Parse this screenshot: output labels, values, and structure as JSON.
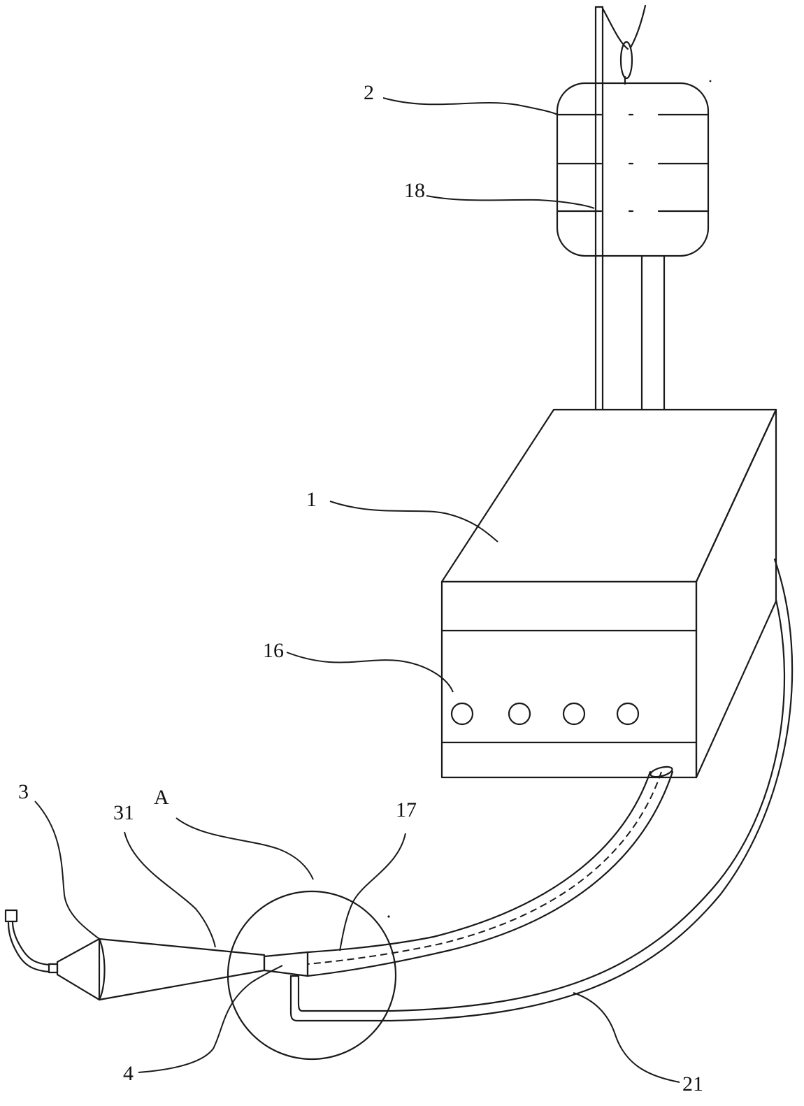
{
  "labels": {
    "bag": "2",
    "bag_marker": "18",
    "main_unit": "1",
    "buttons": "16",
    "nozzle": "3",
    "nozzle_cone": "31",
    "detail_circle": "A",
    "inner_tube": "17",
    "connector": "4",
    "outer_tube": "21"
  },
  "colors": {
    "line": "#1a1a1a",
    "background": "#ffffff"
  }
}
